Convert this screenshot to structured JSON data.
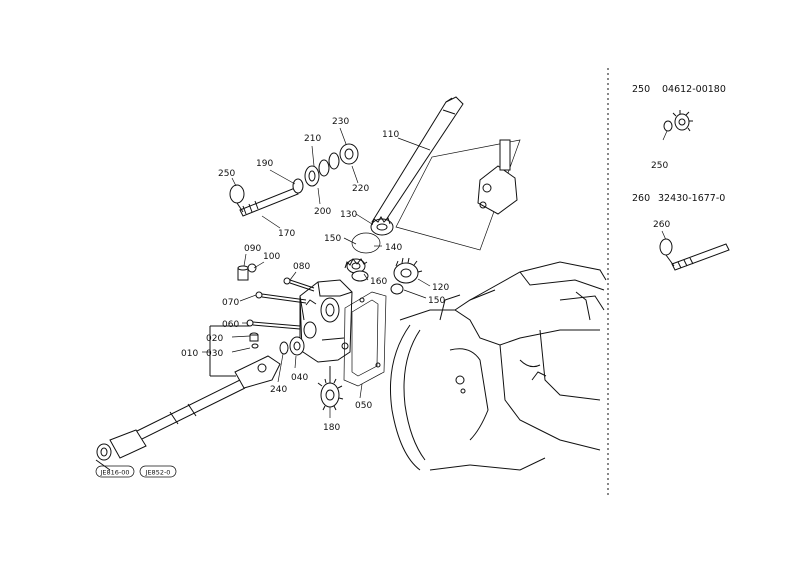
{
  "callouts": {
    "c250": "250",
    "c190": "190",
    "c210": "210",
    "c230": "230",
    "c220": "220",
    "c200": "200",
    "c170": "170",
    "c110": "110",
    "c130": "130",
    "c150a": "150",
    "c140": "140",
    "c090": "090",
    "c100": "100",
    "c080": "080",
    "c070": "070",
    "c060": "060",
    "c020": "020",
    "c030": "030",
    "c010": "010",
    "c040": "040",
    "c240": "240",
    "c050": "050",
    "c180": "180",
    "c160": "160",
    "c120": "120",
    "c150b": "150"
  },
  "side_panel": {
    "part250": {
      "ref": "250",
      "number": "04612-00180",
      "callout": "250"
    },
    "part260": {
      "ref": "260",
      "number": "32430-1677-0",
      "callout": "260"
    }
  },
  "stamps": {
    "left": "JE816-00",
    "right": "JE852-0"
  }
}
